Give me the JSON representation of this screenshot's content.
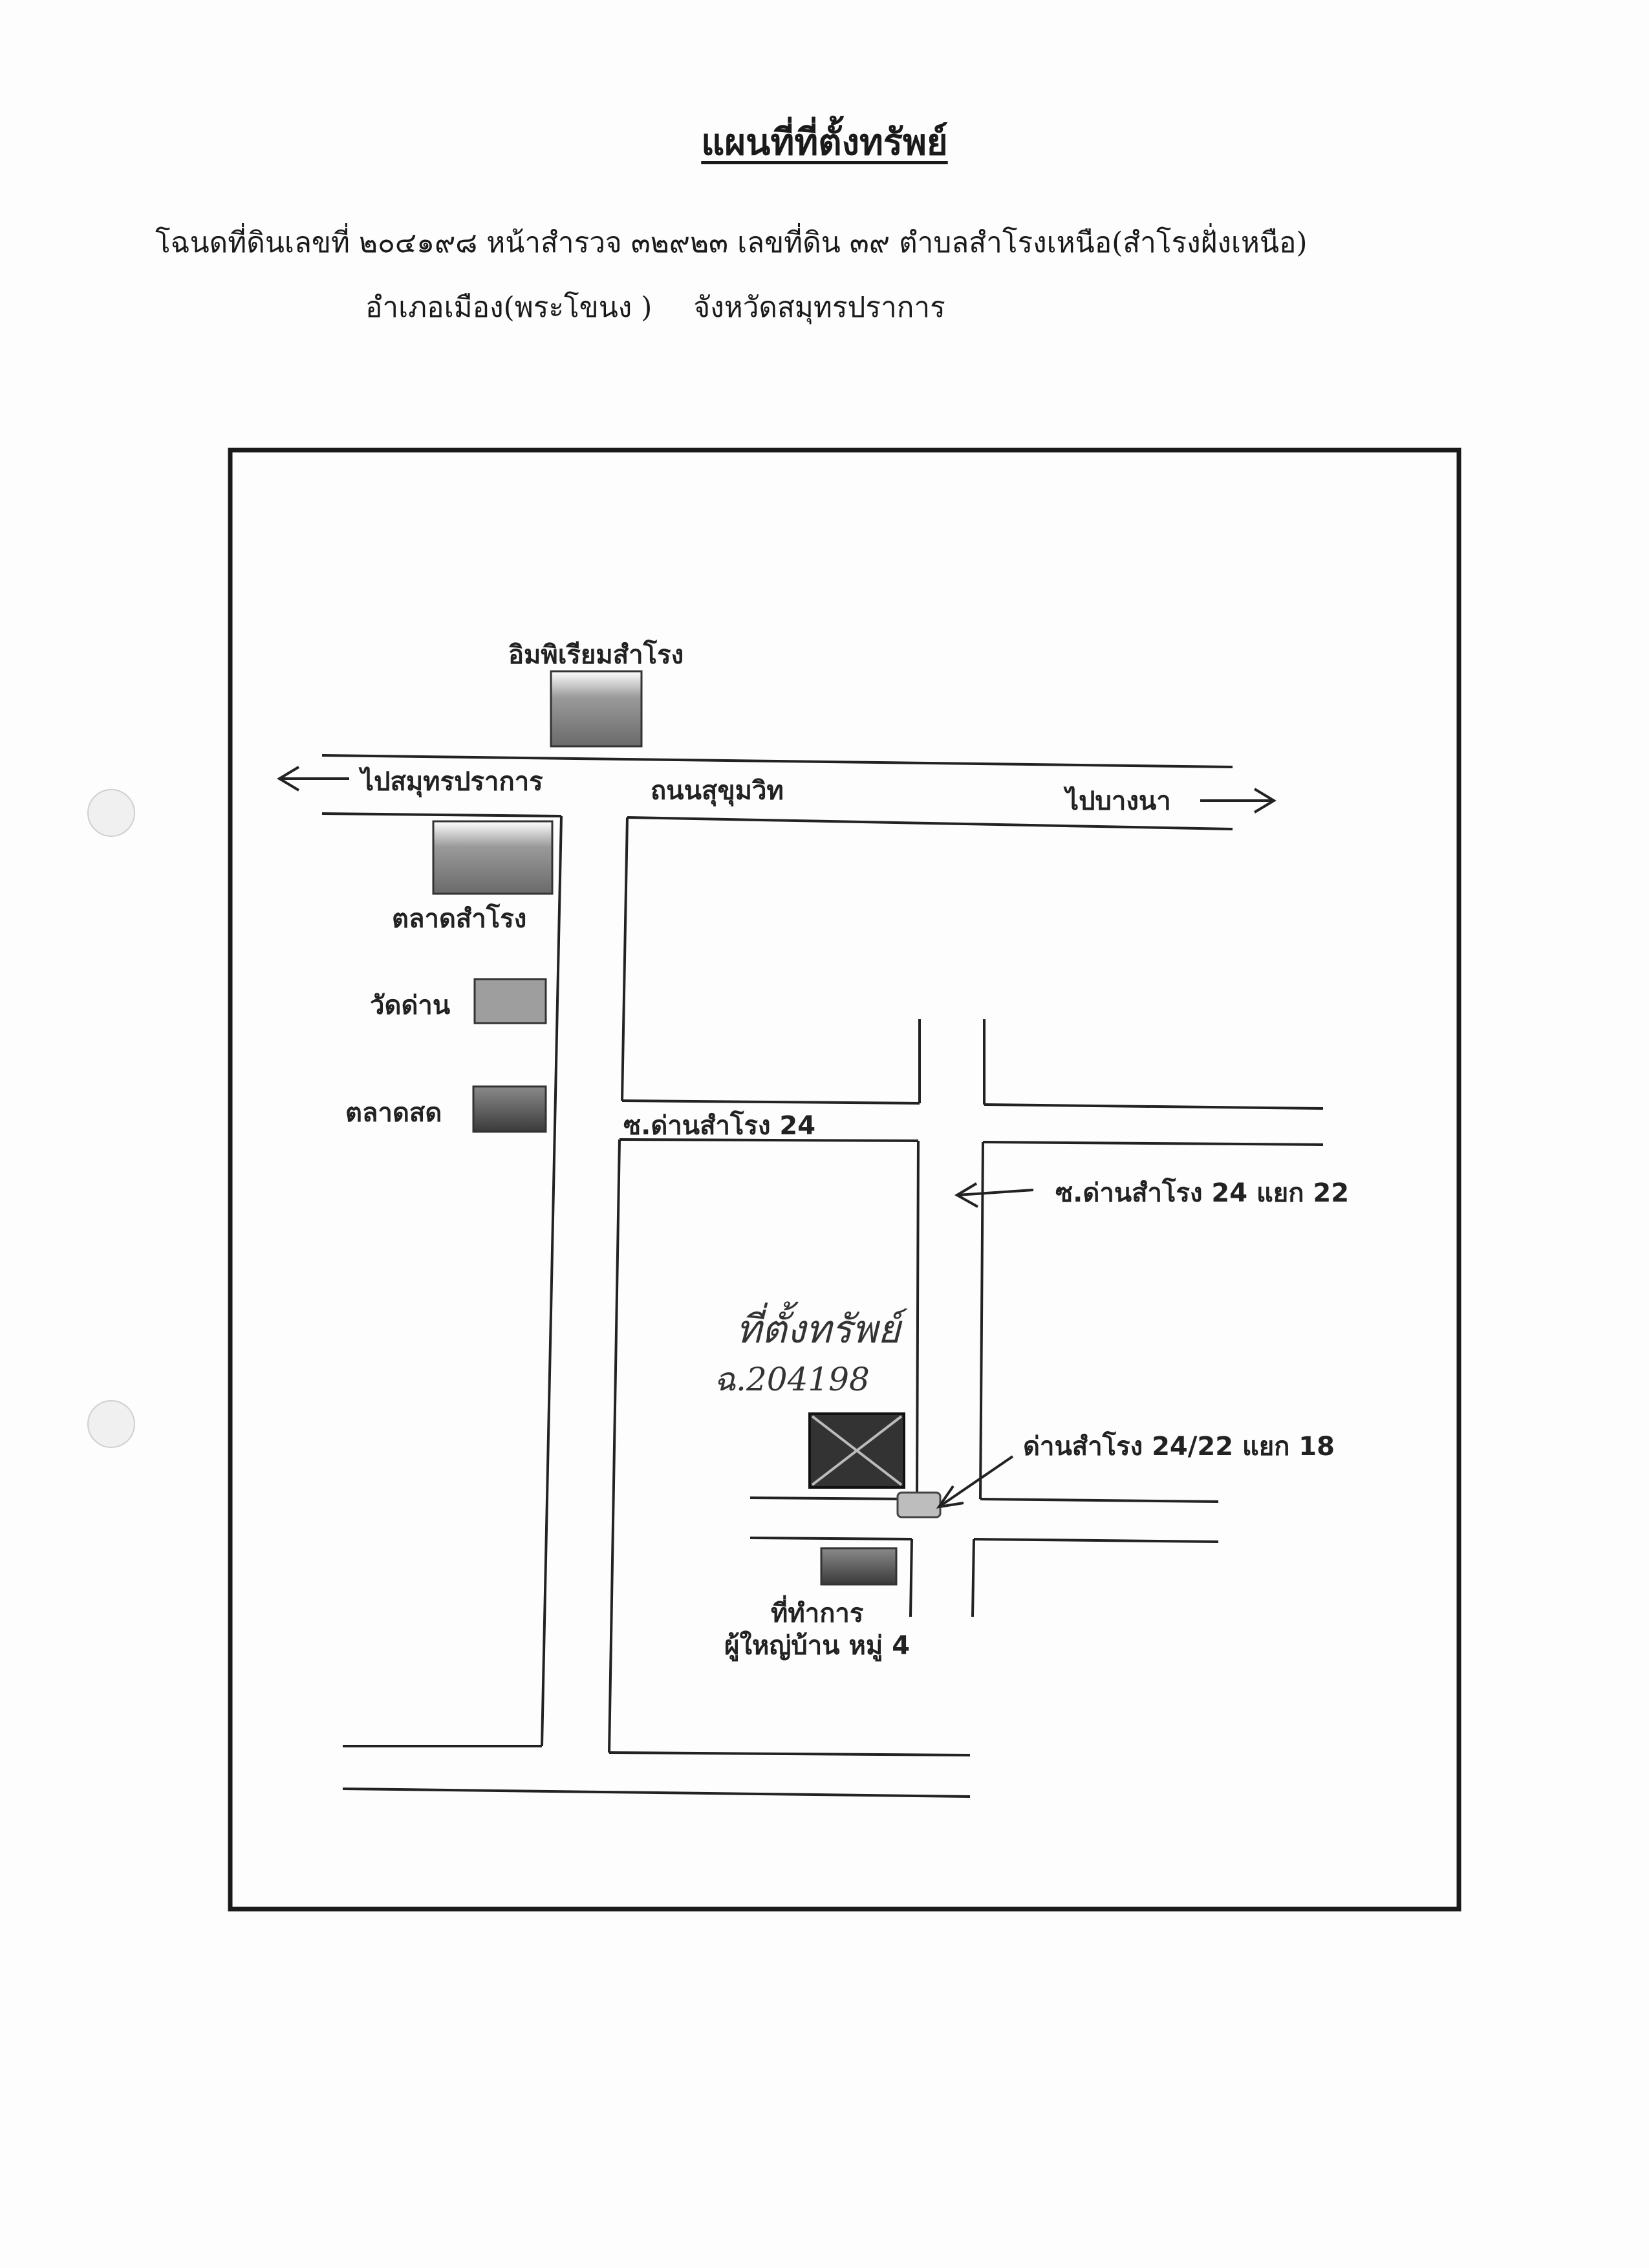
{
  "document": {
    "heading": "แผนที่ที่ตั้งทรัพย์",
    "deed_line_1": "โฉนดที่ดินเลขที่ ๒๐๔๑๙๘ หน้าสำรวจ ๓๒๙๒๓ เลขที่ดิน ๓๙ ตำบลสำโรงเหนือ(สำโรงฝั่งเหนือ)",
    "deed_line_2_district": "อำเภอเมือง(พระโขนง )",
    "deed_line_2_province": "จังหวัดสมุทรปราการ"
  },
  "map": {
    "landmarks": {
      "imperial": "อิมพิเรียมสำโรง",
      "market_samrong": "ตลาดสำโรง",
      "wat_dan": "วัดด่าน",
      "fresh_market": "ตลาดสด",
      "headman_office_line1": "ที่ทำการ",
      "headman_office_line2": "ผู้ใหญ่บ้าน หมู่ 4"
    },
    "roads": {
      "sukhumvit": "ถนนสุขุมวิท",
      "to_samut_prakan": "ไปสมุทรปราการ",
      "to_bang_na": "ไปบางนา",
      "soi_24": "ซ.ด่านสำโรง 24",
      "soi_24_yaek_22": "ซ.ด่านสำโรง 24 แยก 22",
      "soi_24_22_yaek_18": "ด่านสำโรง 24/22 แยก 18"
    },
    "property": {
      "handwritten_title": "ที่ตั้งทรัพย์",
      "handwritten_deed": "ฉ.204198"
    }
  }
}
